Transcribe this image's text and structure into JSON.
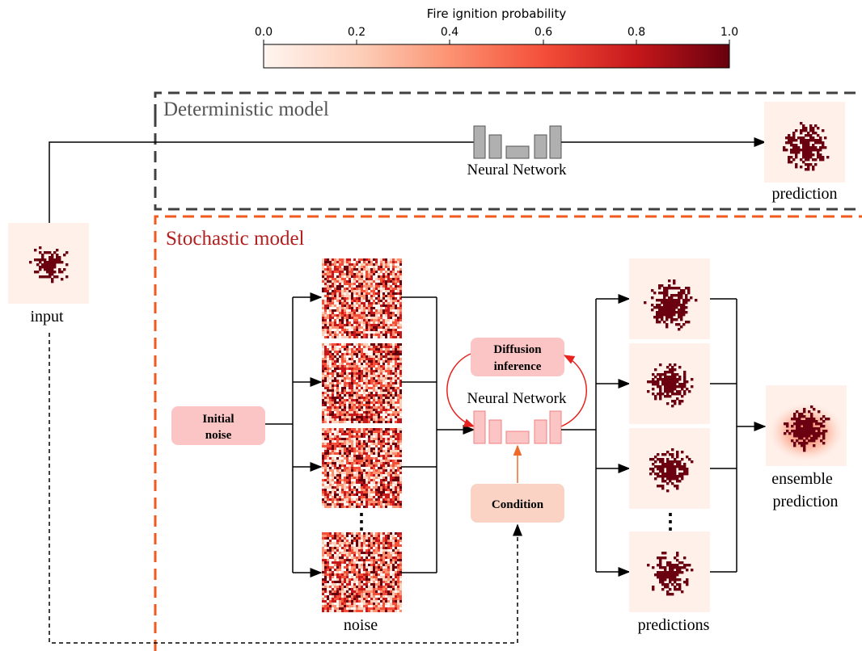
{
  "colorbar": {
    "title": "Fire ignition probability",
    "ticks": [
      "0.0",
      "0.2",
      "0.4",
      "0.6",
      "0.8",
      "1.0"
    ],
    "colormap": [
      "#fff5f0",
      "#fdd0bb",
      "#fc9272",
      "#f44f39",
      "#c6171b",
      "#67000d"
    ]
  },
  "deterministic": {
    "title": "Deterministic model",
    "network_label": "Neural Network",
    "output_label": "prediction",
    "border_color": "#404040"
  },
  "stochastic": {
    "title": "Stochastic model",
    "title_color": "#b41e1e",
    "border_color": "#f05a1e",
    "initial_noise": "Initial noise",
    "diffusion": "Diffusion inference",
    "network_label": "Neural Network",
    "condition": "Condition",
    "noise_label": "noise",
    "predictions_label": "predictions",
    "ensemble_label": "ensemble prediction",
    "ellipsis": "⋮"
  },
  "input_label": "input",
  "colors": {
    "fire": "#6b0010",
    "panel_bg": "#fff0ea",
    "pink_box": "#fcc5c5",
    "peach_box": "#fad3c4",
    "arrow_red": "#e8221e",
    "arrow_orange": "#ef6a28",
    "gray_net": "#b0b0b0"
  }
}
